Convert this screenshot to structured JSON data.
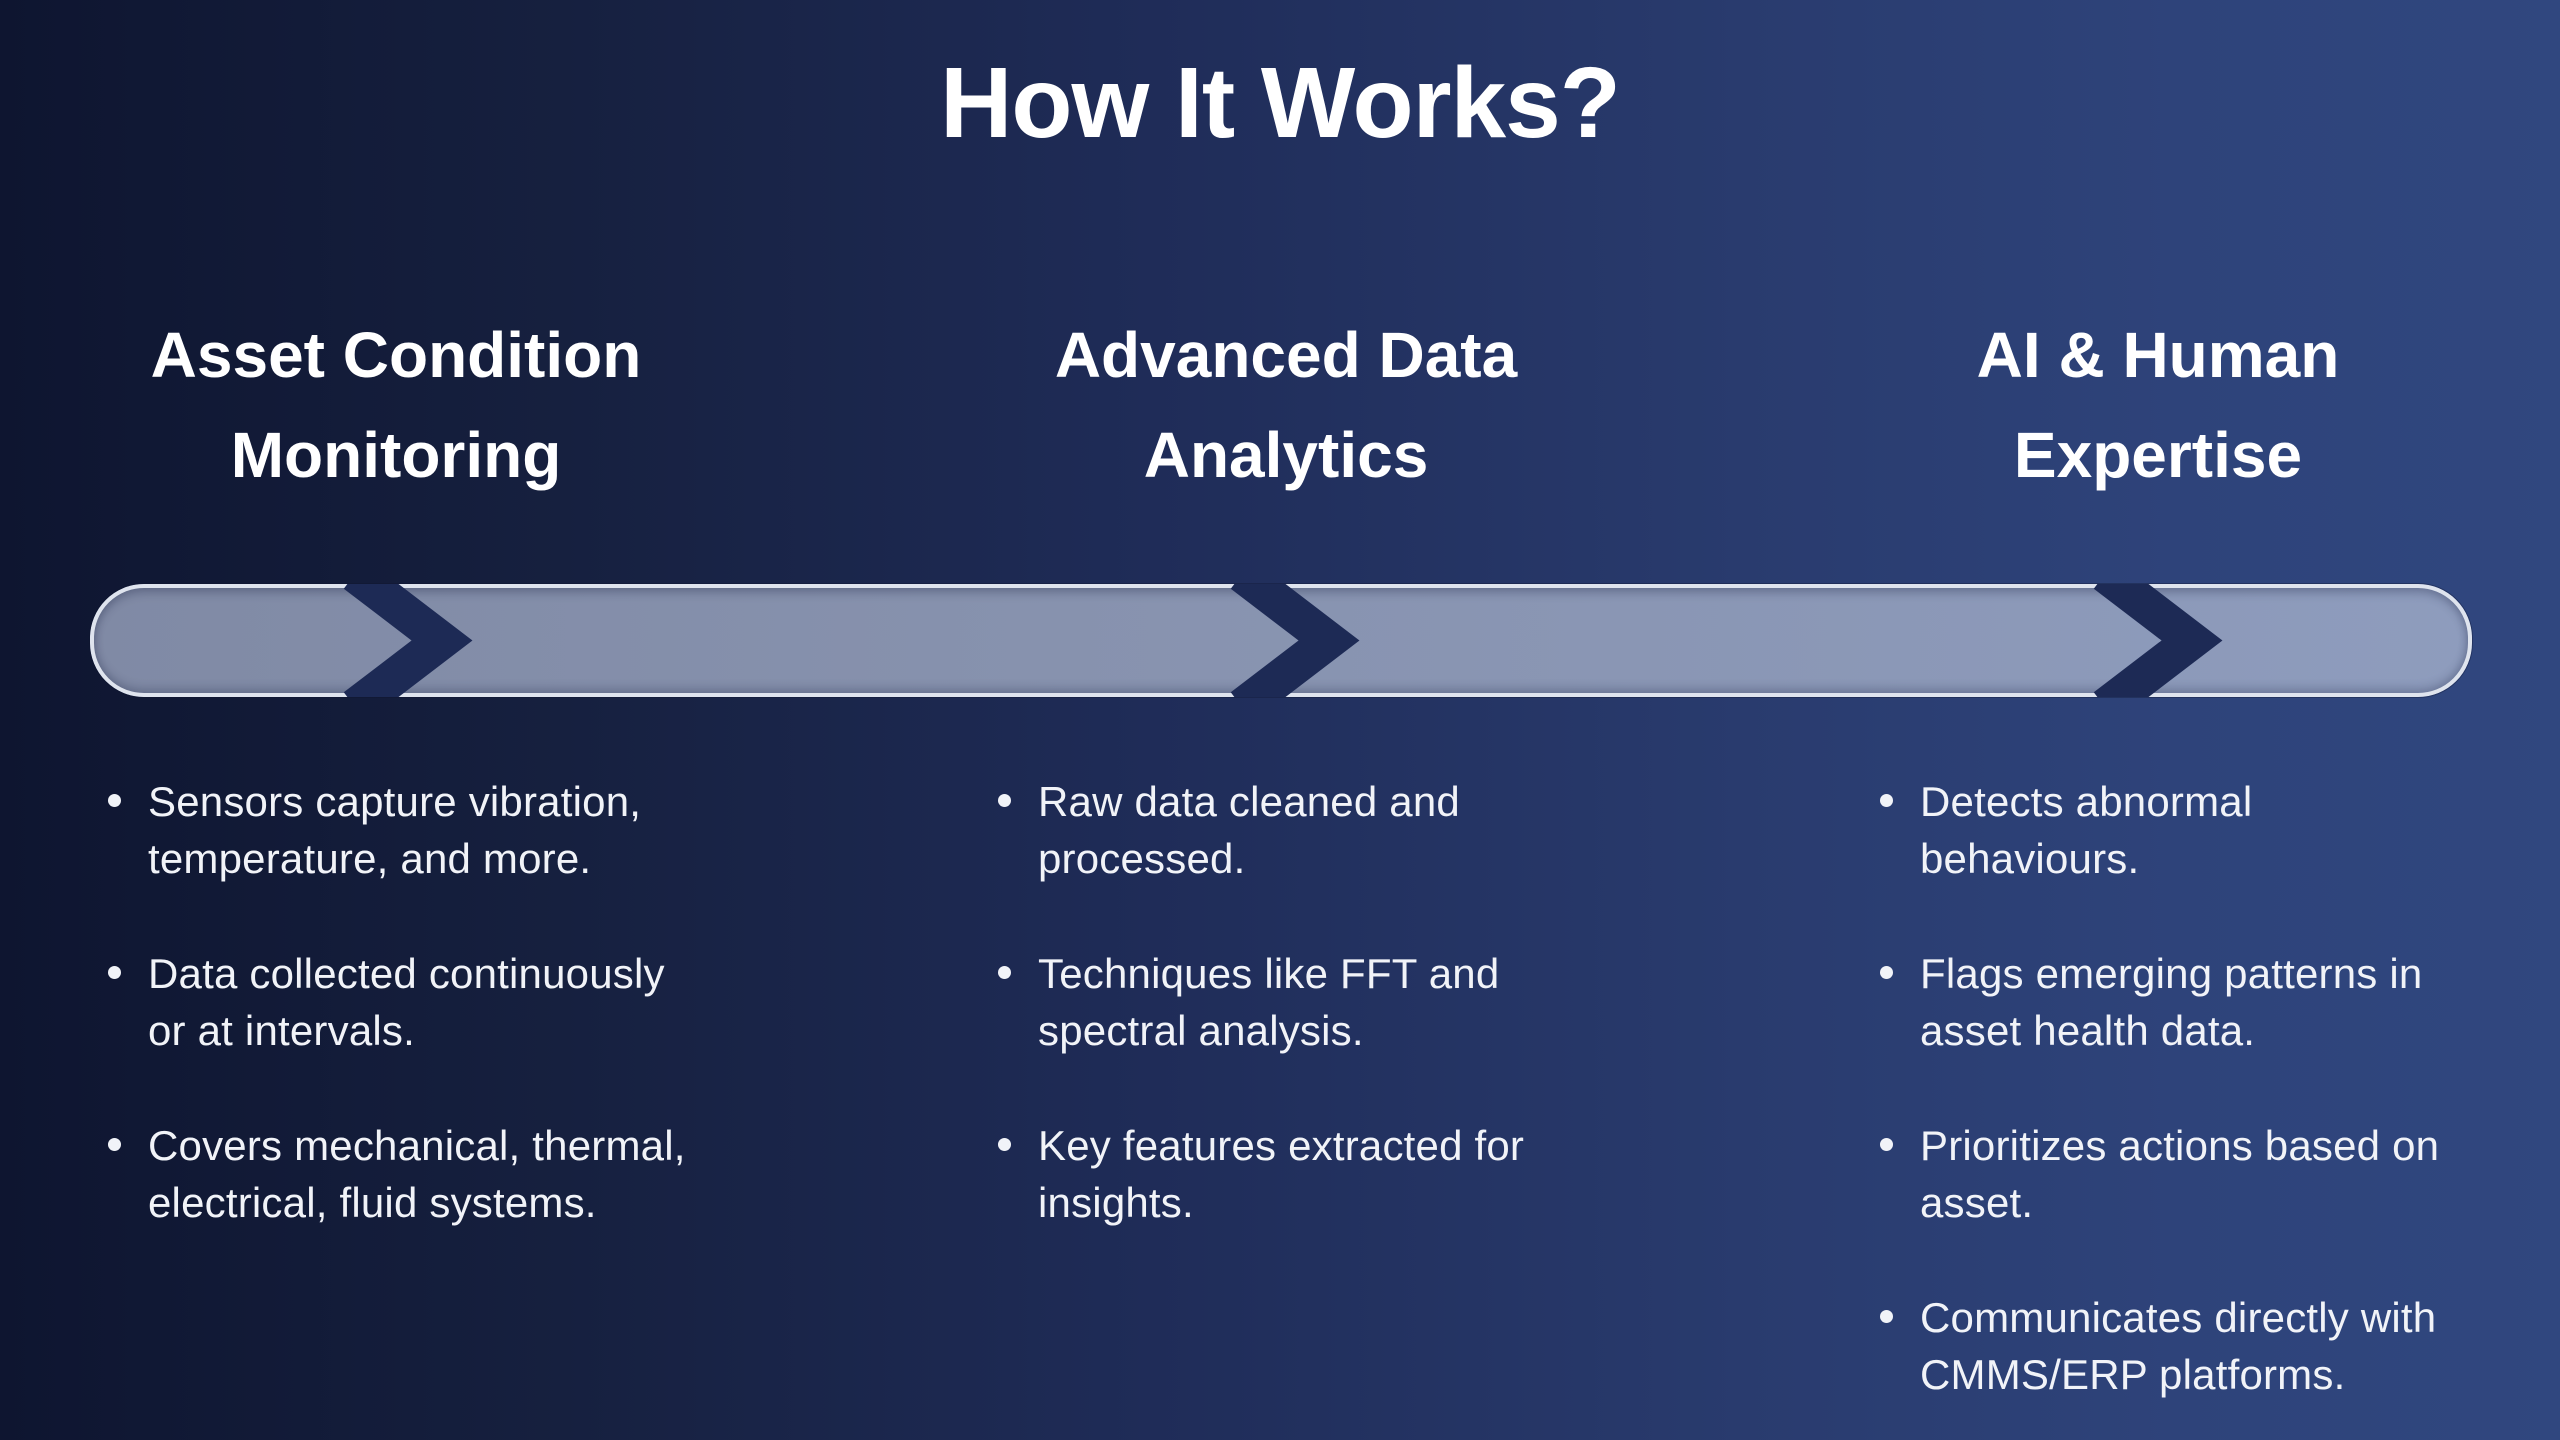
{
  "slide": {
    "title": "How It Works?",
    "columns": [
      {
        "heading": "Asset Condition Monitoring",
        "heading_lines": [
          "Asset Condition",
          "Monitoring"
        ],
        "bullets": [
          "Sensors capture vibration, temperature, and more.",
          "Data collected continuously or at intervals.",
          "Covers mechanical, thermal, electrical, fluid systems."
        ]
      },
      {
        "heading": "Advanced Data Analytics",
        "heading_lines": [
          "Advanced Data",
          "Analytics"
        ],
        "bullets": [
          "Raw data cleaned and processed.",
          "Techniques like FFT and spectral analysis.",
          "Key features extracted for insights."
        ]
      },
      {
        "heading": "AI & Human Expertise",
        "heading_lines": [
          "AI & Human",
          "Expertise"
        ],
        "bullets": [
          "Detects abnormal behaviours.",
          "Flags emerging patterns in asset health data.",
          "Prioritizes actions based on asset.",
          "Communicates directly with CMMS/ERP platforms."
        ]
      }
    ],
    "process_bar": {
      "steps": 3,
      "chevron_icon": "chevron-right"
    }
  },
  "colors": {
    "background_left": "#0e1530",
    "background_right": "#30477f",
    "bar_fill_left": "#808aa5",
    "bar_fill_right": "#8e9cbd",
    "bar_border": "#dfe4ee",
    "chevron": "#1d2a55",
    "text": "#ffffff"
  }
}
